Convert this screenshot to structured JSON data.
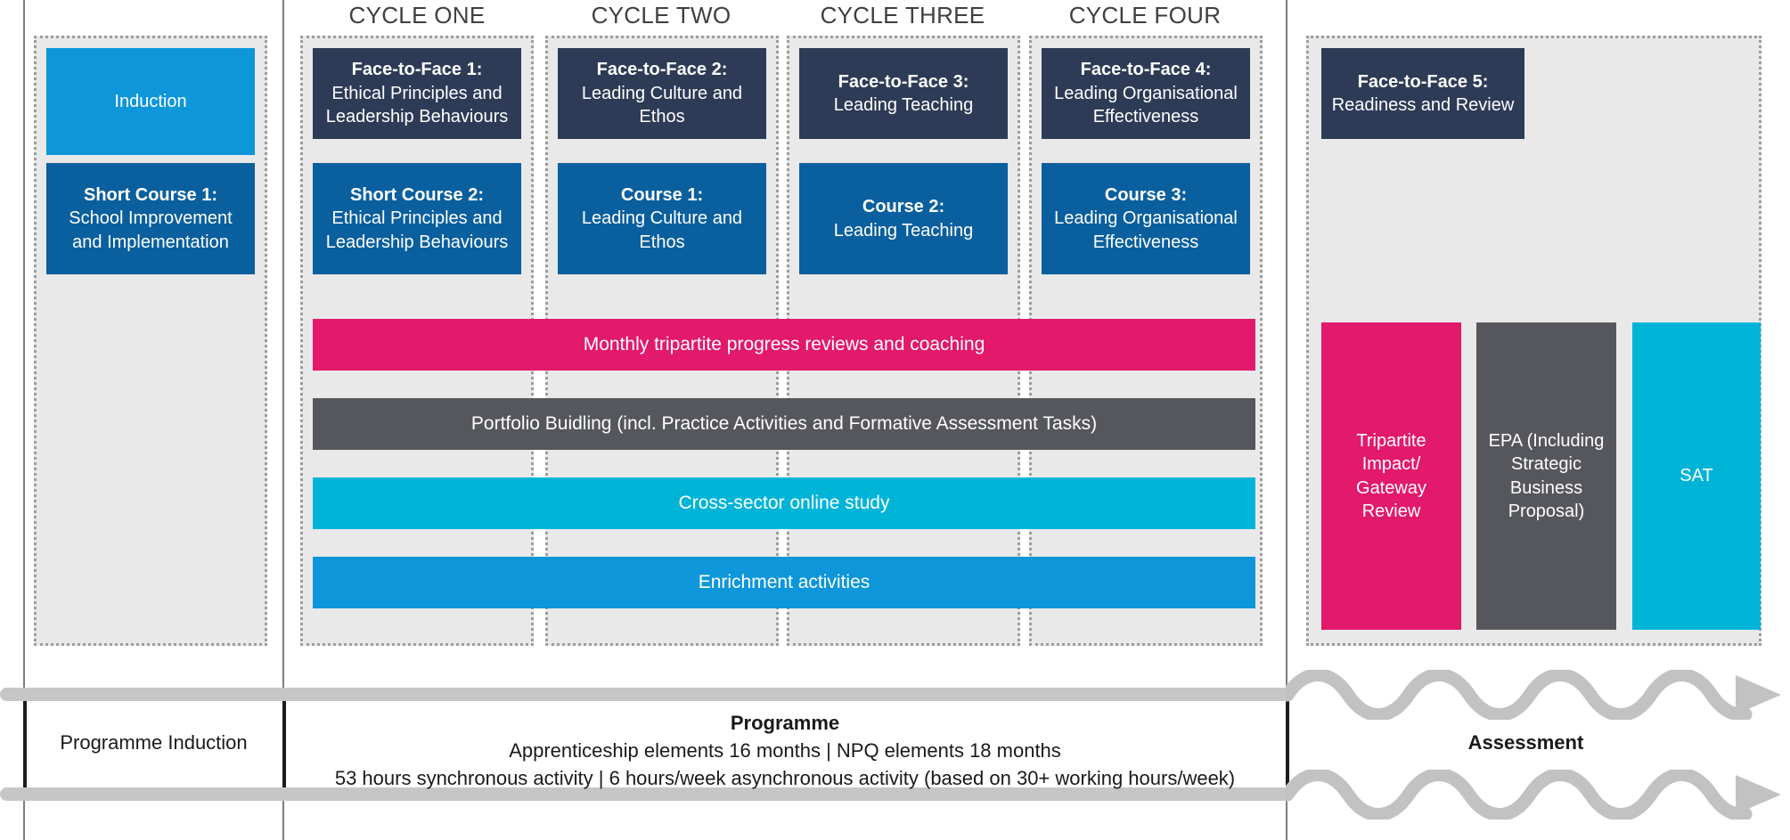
{
  "diagram": {
    "title_row": {
      "cycles": [
        {
          "label": "CYCLE ONE"
        },
        {
          "label": "CYCLE TWO"
        },
        {
          "label": "CYCLE THREE"
        },
        {
          "label": "CYCLE FOUR"
        }
      ]
    },
    "induction_column": {
      "tiles": [
        {
          "name": "induction",
          "title": "",
          "body": "Induction",
          "color": "#0d96da"
        },
        {
          "name": "short-course-1",
          "title": "Short Course 1:",
          "body": "School Improvement and Implementation",
          "color": "#0a5f9e"
        }
      ]
    },
    "cycle_columns": [
      {
        "face_to_face": {
          "title": "Face-to-Face 1:",
          "body": "Ethical Principles and Leadership Behaviours",
          "color": "#2e3b56"
        },
        "course": {
          "title": "Short Course 2:",
          "body": "Ethical Principles and Leadership Behaviours",
          "color": "#0a5f9e"
        }
      },
      {
        "face_to_face": {
          "title": "Face-to-Face 2:",
          "body": "Leading Culture and Ethos",
          "color": "#2e3b56"
        },
        "course": {
          "title": "Course 1:",
          "body": "Leading Culture and Ethos",
          "color": "#0a5f9e"
        }
      },
      {
        "face_to_face": {
          "title": "Face-to-Face 3:",
          "body": "Leading Teaching",
          "color": "#2e3b56"
        },
        "course": {
          "title": "Course 2:",
          "body": "Leading Teaching",
          "color": "#0a5f9e"
        }
      },
      {
        "face_to_face": {
          "title": "Face-to-Face 4:",
          "body": "Leading Organisational Effectiveness",
          "color": "#2e3b56"
        },
        "course": {
          "title": "Course 3:",
          "body": "Leading Organisational Effectiveness",
          "color": "#0a5f9e"
        }
      }
    ],
    "spanning_strips": [
      {
        "name": "monthly-tripartite-strip",
        "label": "Monthly tripartite progress reviews and coaching",
        "color": "#e3196b"
      },
      {
        "name": "portfolio-building-strip",
        "label": "Portfolio Buidling (incl. Practice Activities and Formative Assessment Tasks)",
        "color": "#55575c"
      },
      {
        "name": "cross-sector-online-study-strip",
        "label": "Cross-sector online study",
        "color": "#00b4d8"
      },
      {
        "name": "enrichment-activities-strip",
        "label": "Enrichment activities",
        "color": "#0d96da"
      }
    ],
    "assessment_column": {
      "face_to_face": {
        "title": "Face-to-Face 5:",
        "body": "Readiness and Review",
        "color": "#2e3b56"
      },
      "tiles": [
        {
          "name": "tripartite-impact-gateway-review",
          "label": "Tripartite Impact/ Gateway Review",
          "color": "#e3196b"
        },
        {
          "name": "epa",
          "label": "EPA (Including Strategic Business Proposal)",
          "color": "#55575c"
        },
        {
          "name": "sat",
          "label": "SAT",
          "color": "#00b4d8"
        }
      ]
    },
    "footer": {
      "programme_induction_label": "Programme Induction",
      "programme_heading": "Programme",
      "programme_line_1": "Apprenticeship elements 16 months | NPQ elements 18 months",
      "programme_line_2": "53 hours synchronous activity | 6 hours/week asynchronous activity (based on 30+ working hours/week)",
      "assessment_label": "Assessment"
    }
  }
}
